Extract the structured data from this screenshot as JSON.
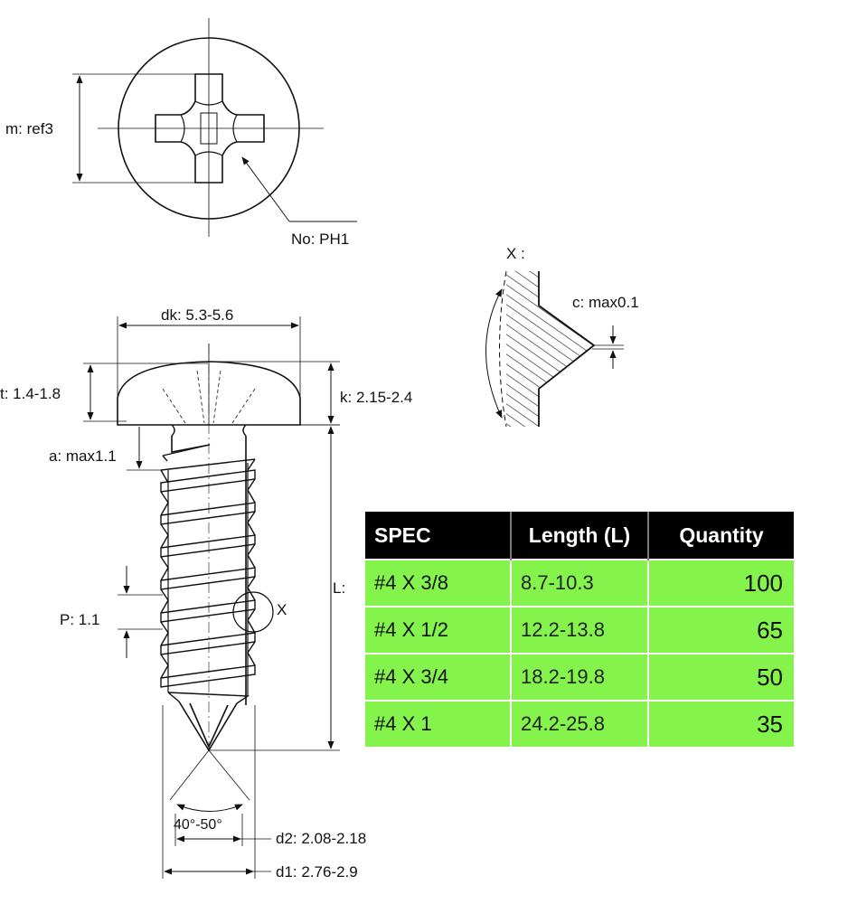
{
  "labels": {
    "m": "m: ref3",
    "no": "No: PH1",
    "x_detail": "X :",
    "c": "c: max0.1",
    "dk": "dk: 5.3-5.6",
    "t": "t: 1.4-1.8",
    "k": "k: 2.15-2.4",
    "a": "a: max1.1",
    "L": "L:",
    "P": "P: 1.1",
    "x_marker": "X",
    "angle": "40°-50°",
    "d2": "d2: 2.08-2.18",
    "d1": "d1: 2.76-2.9"
  },
  "table": {
    "headers": [
      "SPEC",
      "Length (L)",
      "Quantity"
    ],
    "rows": [
      {
        "spec": "#4 X 3/8",
        "length": "8.7-10.3",
        "quantity": "100"
      },
      {
        "spec": "#4 X 1/2",
        "length": "12.2-13.8",
        "quantity": "65"
      },
      {
        "spec": "#4 X 3/4",
        "length": "18.2-19.8",
        "quantity": "50"
      },
      {
        "spec": "#4 X 1",
        "length": "24.2-25.8",
        "quantity": "35"
      }
    ],
    "header_color": "#000000",
    "row_color": "#84f34c"
  }
}
